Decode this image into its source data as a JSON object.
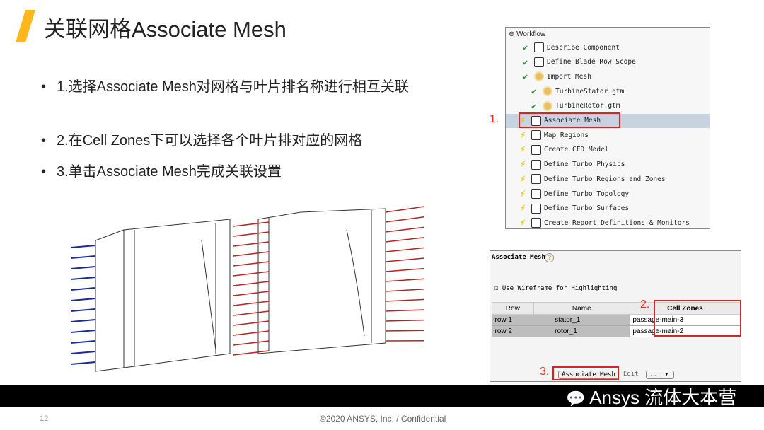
{
  "title": "关联网格Associate Mesh",
  "bullets": [
    "1.选择Associate Mesh对网格与叶片排名称进行相互关联",
    "2.在Cell Zones下可以选择各个叶片排对应的网格",
    "3.单击Associate Mesh完成关联设置"
  ],
  "bullet_char": "•",
  "workflow": {
    "header": "Workflow",
    "items": [
      {
        "label": "Describe Component",
        "status": "done",
        "icon": "component-icon"
      },
      {
        "label": "Define Blade Row Scope",
        "status": "done",
        "icon": "blade-row-icon"
      },
      {
        "label": "Import Mesh",
        "status": "done",
        "icon": "mesh-gear-icon"
      },
      {
        "label": "TurbineStator.gtm",
        "status": "done",
        "icon": "mesh-gear-icon"
      },
      {
        "label": "TurbineRotor.gtm",
        "status": "done",
        "icon": "mesh-gear-icon"
      },
      {
        "label": "Associate Mesh",
        "status": "pending",
        "icon": "grid-icon"
      },
      {
        "label": "Map Regions",
        "status": "pending",
        "icon": "map-icon"
      },
      {
        "label": "Create CFD Model",
        "status": "pending",
        "icon": "cfd-icon"
      },
      {
        "label": "Define Turbo Physics",
        "status": "pending",
        "icon": "physics-icon"
      },
      {
        "label": "Define Turbo Regions and Zones",
        "status": "pending",
        "icon": "grid-icon"
      },
      {
        "label": "Define Turbo Topology",
        "status": "pending",
        "icon": "topology-icon"
      },
      {
        "label": "Define Turbo Surfaces",
        "status": "pending",
        "icon": "surface-icon"
      },
      {
        "label": "Create Report Definitions & Monitors",
        "status": "pending",
        "icon": "report-icon"
      }
    ]
  },
  "markers": {
    "m1": "1.",
    "m2": "2.",
    "m3": "3."
  },
  "assoc": {
    "title": "Associate Mesh",
    "help": "?",
    "checkbox_label": "Use Wireframe for Highlighting",
    "checked": true,
    "columns": [
      "Row",
      "Name",
      "Cell Zones"
    ],
    "rows": [
      {
        "row": "row 1",
        "name": "stator_1",
        "cz": "passage-main-3"
      },
      {
        "row": "row 2",
        "name": "rotor_1",
        "cz": "passage-main-2"
      }
    ],
    "btn_associate": "Associate Mesh",
    "btn_edit": "Edit",
    "btn_more": "..."
  },
  "watermark": "Ansys 流体大本营",
  "footer": {
    "page": "12",
    "copyright": "©2020 ANSYS, Inc. / Confidential"
  },
  "colors": {
    "accent": "#ffb71b",
    "highlight": "#d22222"
  }
}
